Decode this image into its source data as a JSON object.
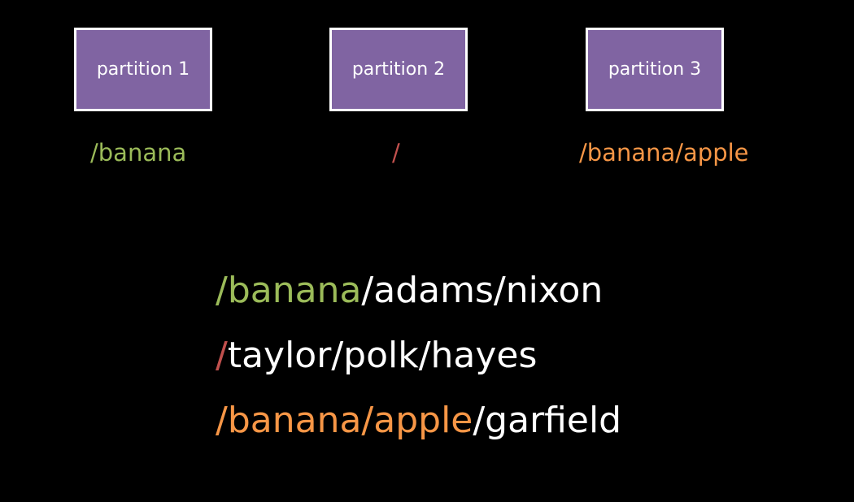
{
  "colors": {
    "background": "#000000",
    "partition_fill": "#8064a2",
    "partition_border": "#ffffff",
    "green": "#9bbb59",
    "red": "#c0504d",
    "orange": "#f79646",
    "white": "#ffffff"
  },
  "partitions": [
    {
      "label": "partition 1",
      "prefix": "/banana",
      "color": "#9bbb59"
    },
    {
      "label": "partition 2",
      "prefix": "/",
      "color": "#c0504d"
    },
    {
      "label": "partition 3",
      "prefix": "/banana/apple",
      "color": "#f79646"
    }
  ],
  "paths": [
    {
      "prefix": "/banana",
      "rest": "/adams/nixon",
      "prefix_color": "#9bbb59"
    },
    {
      "prefix": "/",
      "rest": "taylor/polk/hayes",
      "prefix_color": "#c0504d"
    },
    {
      "prefix": "/banana/apple",
      "rest": "/garfield",
      "prefix_color": "#f79646"
    }
  ]
}
